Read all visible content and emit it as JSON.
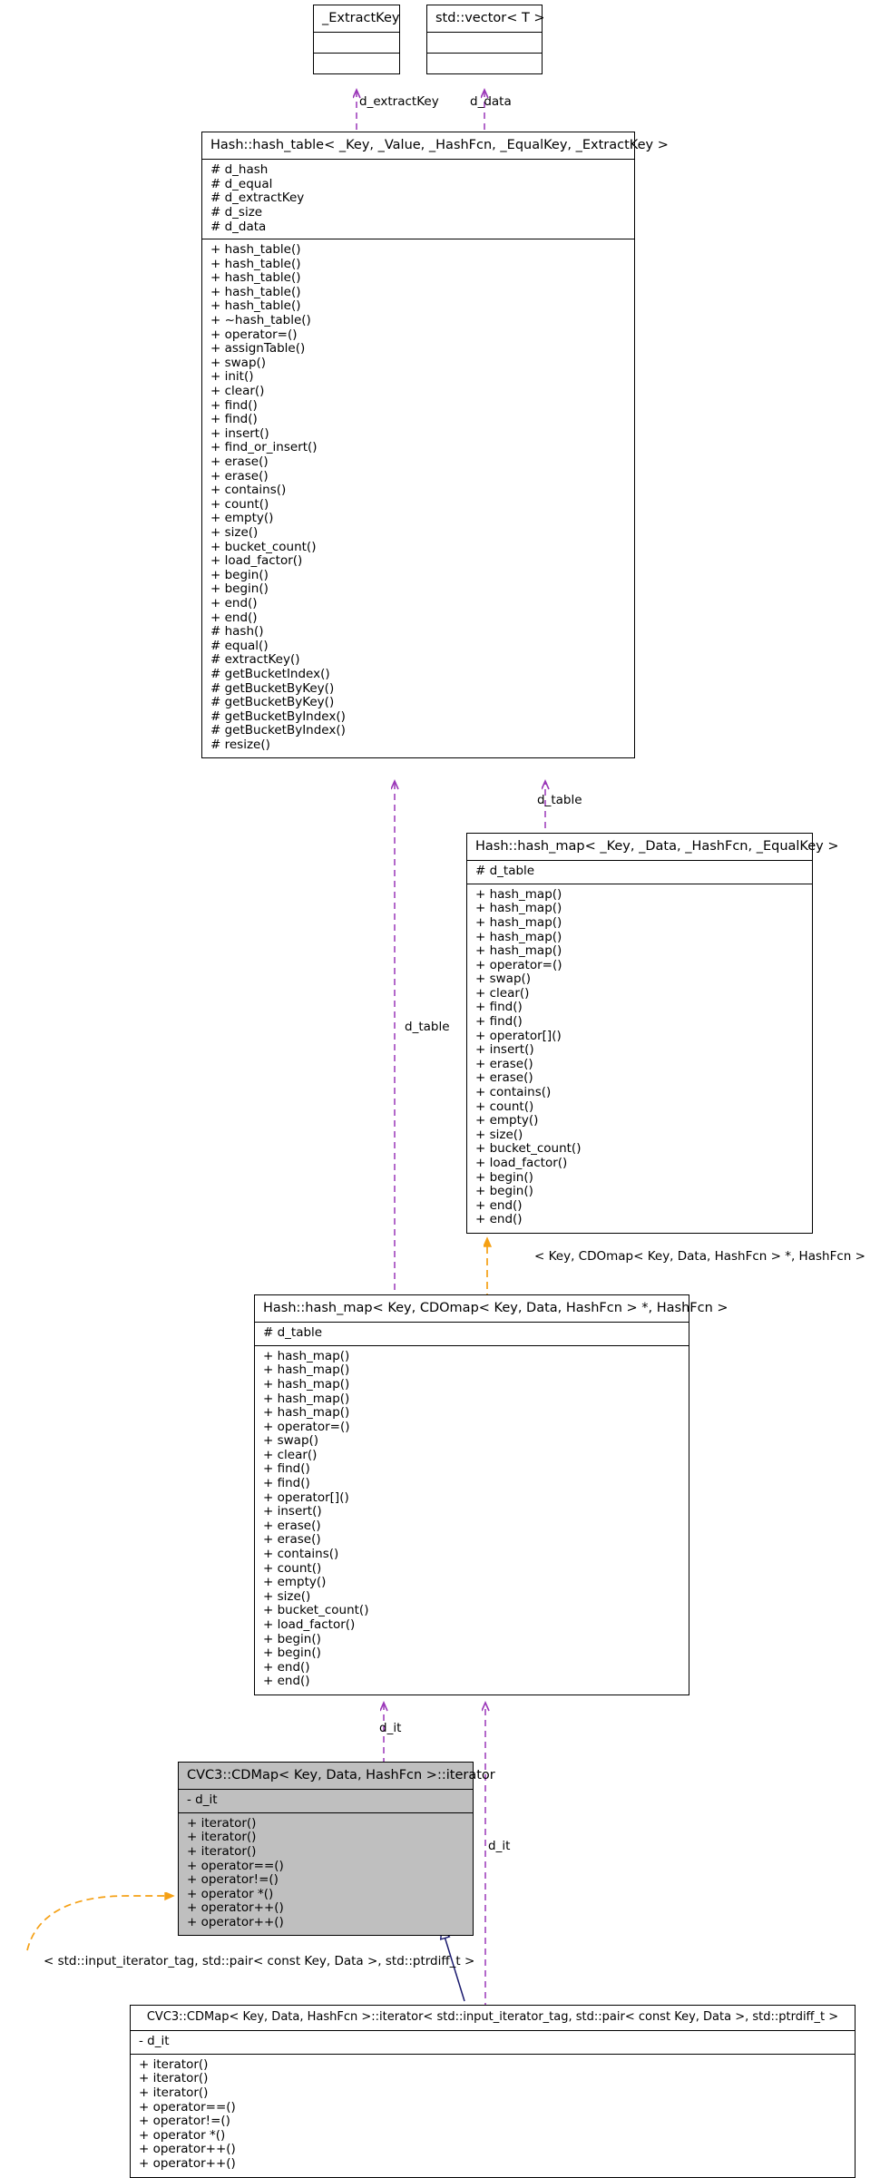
{
  "diagram": {
    "kind": "uml-collaboration-diagram",
    "colors": {
      "usage_edge": "#9a36b8",
      "template_edge": "#f5a014",
      "inheritance_edge": "#1a1a6e",
      "node_border": "#000000",
      "node_fill": "#ffffff",
      "highlight_fill": "#bfbfbf"
    }
  },
  "nodes": {
    "extract_key": {
      "title": "_ExtractKey",
      "attributes": [],
      "operations": []
    },
    "std_vector": {
      "title": "std::vector< T >",
      "attributes": [],
      "operations": []
    },
    "hash_table": {
      "title": "Hash::hash_table< _Key, _Value, _HashFcn, _EqualKey, _ExtractKey >",
      "attributes": [
        "# d_hash",
        "# d_equal",
        "# d_extractKey",
        "# d_size",
        "# d_data"
      ],
      "operations": [
        "+ hash_table()",
        "+ hash_table()",
        "+ hash_table()",
        "+ hash_table()",
        "+ hash_table()",
        "+ ~hash_table()",
        "+ operator=()",
        "+ assignTable()",
        "+ swap()",
        "+ init()",
        "+ clear()",
        "+ find()",
        "+ find()",
        "+ insert()",
        "+ find_or_insert()",
        "+ erase()",
        "+ erase()",
        "+ contains()",
        "+ count()",
        "+ empty()",
        "+ size()",
        "+ bucket_count()",
        "+ load_factor()",
        "+ begin()",
        "+ begin()",
        "+ end()",
        "+ end()",
        "# hash()",
        "# equal()",
        "# extractKey()",
        "# getBucketIndex()",
        "# getBucketByKey()",
        "# getBucketByKey()",
        "# getBucketByIndex()",
        "# getBucketByIndex()",
        "# resize()"
      ]
    },
    "hash_map_generic": {
      "title": "Hash::hash_map< _Key, _Data, _HashFcn, _EqualKey >",
      "attributes": [
        "# d_table"
      ],
      "operations": [
        "+ hash_map()",
        "+ hash_map()",
        "+ hash_map()",
        "+ hash_map()",
        "+ hash_map()",
        "+ operator=()",
        "+ swap()",
        "+ clear()",
        "+ find()",
        "+ find()",
        "+ operator[]()",
        "+ insert()",
        "+ erase()",
        "+ erase()",
        "+ contains()",
        "+ count()",
        "+ empty()",
        "+ size()",
        "+ bucket_count()",
        "+ load_factor()",
        "+ begin()",
        "+ begin()",
        "+ end()",
        "+ end()"
      ]
    },
    "hash_map_cdomap": {
      "title": "Hash::hash_map< Key, CDOmap< Key, Data, HashFcn > *, HashFcn >",
      "attributes": [
        "# d_table"
      ],
      "operations": [
        "+ hash_map()",
        "+ hash_map()",
        "+ hash_map()",
        "+ hash_map()",
        "+ hash_map()",
        "+ operator=()",
        "+ swap()",
        "+ clear()",
        "+ find()",
        "+ find()",
        "+ operator[]()",
        "+ insert()",
        "+ erase()",
        "+ erase()",
        "+ contains()",
        "+ count()",
        "+ empty()",
        "+ size()",
        "+ bucket_count()",
        "+ load_factor()",
        "+ begin()",
        "+ begin()",
        "+ end()",
        "+ end()"
      ]
    },
    "cdmap_iterator": {
      "title": "CVC3::CDMap< Key, Data, HashFcn >::iterator",
      "attributes": [
        "- d_it"
      ],
      "operations": [
        "+ iterator()",
        "+ iterator()",
        "+ iterator()",
        "+ operator==()",
        "+ operator!=()",
        "+ operator *()",
        "+ operator++()",
        "+ operator++()"
      ]
    },
    "cdmap_iterator_spec": {
      "title": "CVC3::CDMap< Key, Data, HashFcn >::iterator< std::input_iterator_tag, std::pair< const Key, Data >, std::ptrdiff_t >",
      "attributes": [
        "- d_it"
      ],
      "operations": [
        "+ iterator()",
        "+ iterator()",
        "+ iterator()",
        "+ operator==()",
        "+ operator!=()",
        "+ operator *()",
        "+ operator++()",
        "+ operator++()"
      ]
    }
  },
  "edge_labels": {
    "d_extractKey": "d_extractKey",
    "d_data": "d_data",
    "d_table_right": "d_table",
    "d_table_left": "d_table",
    "d_it_left": "d_it",
    "d_it_right": "d_it"
  },
  "template_labels": {
    "cdomap_binding": "< Key, CDOmap< Key, Data, HashFcn > *, HashFcn >",
    "iterator_binding": "< std::input_iterator_tag, std::pair< const Key, Data >, std::ptrdiff_t >"
  }
}
